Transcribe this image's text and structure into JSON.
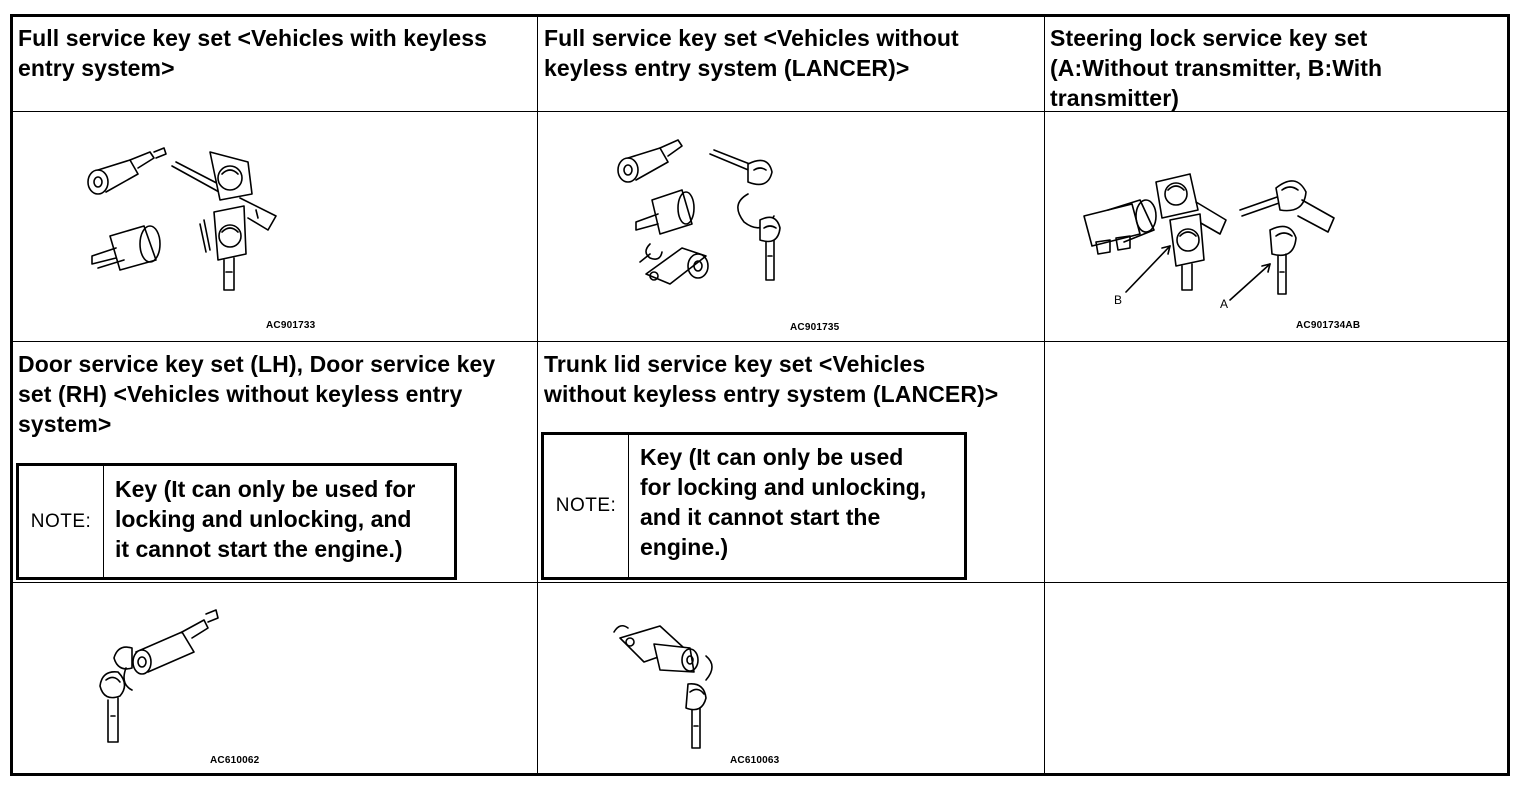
{
  "cells": {
    "r1c1_title": "Full service key set <Vehicles with keyless",
    "r1c1_title2": "entry system>",
    "r1c2_title": "Full service key set <Vehicles without",
    "r1c2_title2": "keyless entry system (LANCER)>",
    "r1c3_title": "Steering lock service key set",
    "r1c3_title2": "(A:Without transmitter, B:With",
    "r1c3_title3": "transmitter)",
    "r3c1_title": "Door service key set (LH), Door service key",
    "r3c1_title2": "set (RH) <Vehicles without keyless entry",
    "r3c1_title3": "system>",
    "r3c2_title": "Trunk lid service key set <Vehicles",
    "r3c2_title2": "without keyless entry system (LANCER)>"
  },
  "notes": {
    "note1_label": "NOTE:",
    "note1_l1": "Key (It can only be used for",
    "note1_l2": "locking and unlocking, and",
    "note1_l3": "it cannot start the engine.)",
    "note2_label": "NOTE:",
    "note2_l1": "Key (It can only be used",
    "note2_l2": "for locking and unlocking,",
    "note2_l3": "and it cannot start the",
    "note2_l4": "engine.)"
  },
  "captions": {
    "fig1": "AC901733",
    "fig2": "AC901735",
    "fig3": "AC901734AB",
    "fig4": "AC610062",
    "fig5": "AC610063",
    "fig3_label_a": "A",
    "fig3_label_b": "B"
  }
}
